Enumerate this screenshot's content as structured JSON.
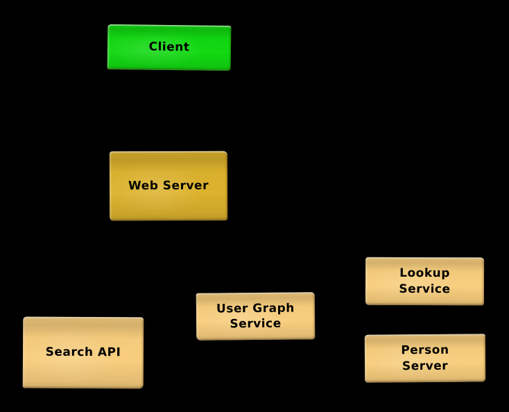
{
  "diagram": {
    "title": "service-architecture-diagram",
    "background_color": "#000000",
    "text_color": "#000000",
    "nodes": [
      {
        "id": "client",
        "label": "Client",
        "fill": "#12d912",
        "role": "client-node"
      },
      {
        "id": "web-server",
        "label": "Web Server",
        "fill": "#ddb32e",
        "role": "server-node"
      },
      {
        "id": "search-api",
        "label": "Search API",
        "fill": "#f8ce7e",
        "role": "service-node"
      },
      {
        "id": "user-graph-service",
        "label": "User Graph\nService",
        "fill": "#f8ce7e",
        "role": "service-node"
      },
      {
        "id": "lookup-service",
        "label": "Lookup\nService",
        "fill": "#f8ce7e",
        "role": "service-node"
      },
      {
        "id": "person-server",
        "label": "Person\nServer",
        "fill": "#f8ce7e",
        "role": "service-node"
      }
    ],
    "edges": []
  }
}
